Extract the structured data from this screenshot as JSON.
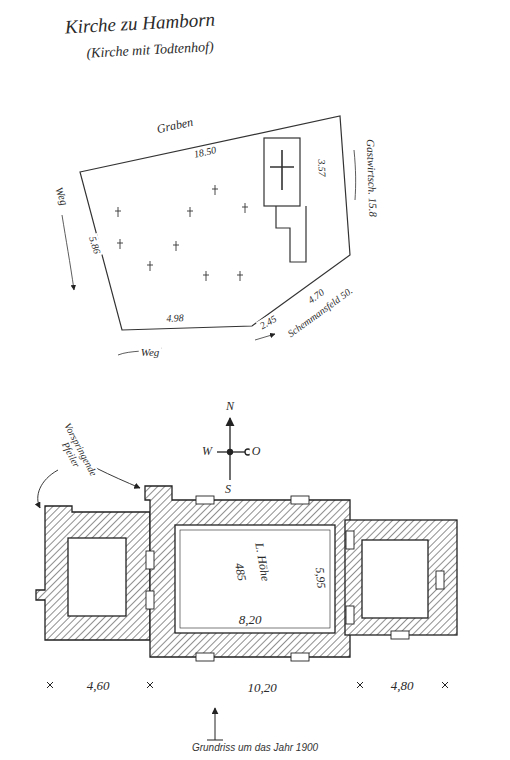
{
  "diagram": {
    "title": "Kirche zu Hamborn",
    "caption": "Grundriss um das Jahr 1900",
    "labels": [
      "(Kirche mit Todtenhof)",
      "Graben",
      "18.50",
      "Gastwirtsch. 15.8",
      "3.57",
      "Weg",
      "5.86",
      "4.98",
      "Weg",
      "2.45",
      "4.70",
      "Schemmansfeld 50.",
      "Vorspringende Pfeiler",
      "N",
      "W",
      "O",
      "S",
      "L. Höhe",
      "485",
      "5,95",
      "8,20",
      "4,60",
      "10,20",
      "4,80"
    ]
  }
}
